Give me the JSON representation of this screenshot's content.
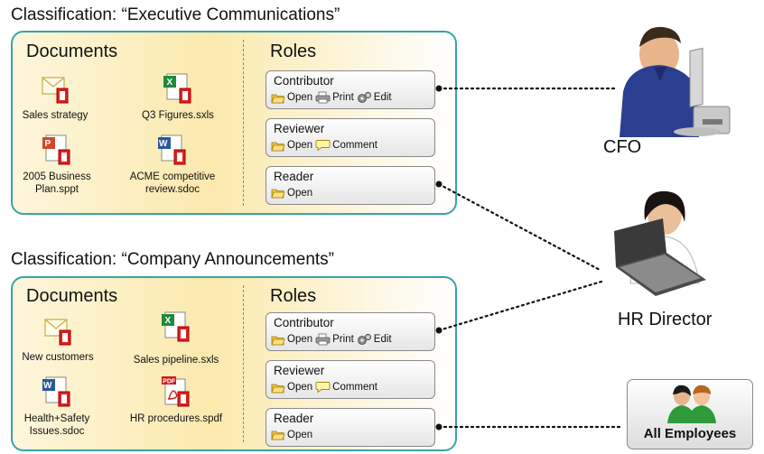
{
  "classifications": [
    {
      "title": "Classification: “Executive Communications”",
      "documents_header": "Documents",
      "roles_header": "Roles",
      "documents": [
        {
          "label": "Sales strategy",
          "icon": "email-protected-icon"
        },
        {
          "label": "Q3 Figures.sxls",
          "icon": "excel-protected-icon"
        },
        {
          "label": "2005 Business\nPlan.sppt",
          "icon": "powerpoint-protected-icon"
        },
        {
          "label": "ACME competitive\nreview.sdoc",
          "icon": "word-protected-icon"
        }
      ],
      "roles": [
        {
          "name": "Contributor",
          "permissions": [
            "Open",
            "Print",
            "Edit"
          ]
        },
        {
          "name": "Reviewer",
          "permissions": [
            "Open",
            "Comment"
          ]
        },
        {
          "name": "Reader",
          "permissions": [
            "Open"
          ]
        }
      ]
    },
    {
      "title": "Classification: “Company Announcements”",
      "documents_header": "Documents",
      "roles_header": "Roles",
      "documents": [
        {
          "label": "New customers",
          "icon": "email-protected-icon"
        },
        {
          "label": "Sales pipeline.sxls",
          "icon": "excel-protected-icon"
        },
        {
          "label": "Health+Safety\nIssues.sdoc",
          "icon": "word-protected-icon"
        },
        {
          "label": "HR procedures.spdf",
          "icon": "pdf-protected-icon"
        }
      ],
      "roles": [
        {
          "name": "Contributor",
          "permissions": [
            "Open",
            "Print",
            "Edit"
          ]
        },
        {
          "name": "Reviewer",
          "permissions": [
            "Open",
            "Comment"
          ]
        },
        {
          "name": "Reader",
          "permissions": [
            "Open"
          ]
        }
      ]
    }
  ],
  "people": {
    "cfo": "CFO",
    "hr_director": "HR Director",
    "all_employees": "All Employees"
  },
  "colors": {
    "panel_border": "#3aa3a8",
    "panel_fill": "#fbe9ad",
    "connector": "#111111"
  }
}
